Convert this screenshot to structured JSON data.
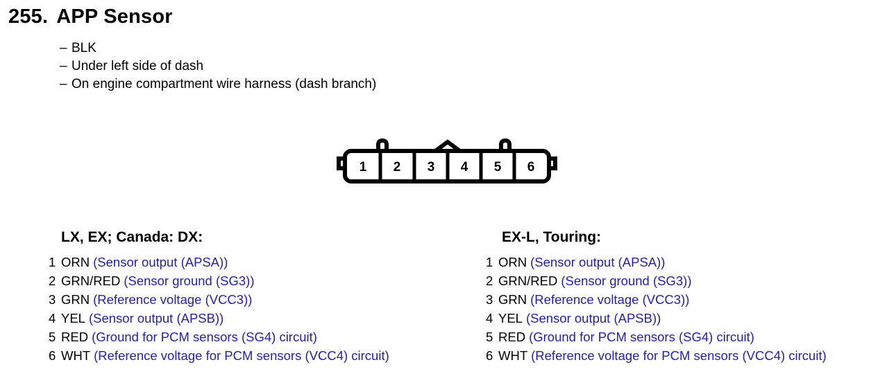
{
  "title": {
    "number": "255.",
    "name": "APP Sensor"
  },
  "notes": {
    "dash": "–",
    "lines": [
      "BLK",
      "Under left side of dash",
      "On engine compartment wire harness (dash branch)"
    ]
  },
  "connector": {
    "name": "6-pin-connector-diagram",
    "pins": [
      "1",
      "2",
      "3",
      "4",
      "5",
      "6"
    ],
    "features": {
      "left_nub": "left-side-nub",
      "right_nub": "right-side-nub",
      "tab_left": "locking-tab-left",
      "tab_right": "locking-tab-right",
      "center_peak": "center-keyway-peak"
    }
  },
  "colors": {
    "description_blue": "#2321b4",
    "text_black": "#000000",
    "background": "#ffffff"
  },
  "columns": [
    {
      "heading": "LX, EX; Canada: DX:",
      "rows": [
        {
          "index": "1",
          "wire": "ORN",
          "desc": "(Sensor output (APSA))"
        },
        {
          "index": "2",
          "wire": "GRN/RED",
          "desc": "(Sensor ground (SG3))"
        },
        {
          "index": "3",
          "wire": "GRN",
          "desc": "(Reference voltage (VCC3))"
        },
        {
          "index": "4",
          "wire": "YEL",
          "desc": "(Sensor output (APSB))"
        },
        {
          "index": "5",
          "wire": "RED",
          "desc": "(Ground for PCM sensors (SG4) circuit)"
        },
        {
          "index": "6",
          "wire": "WHT",
          "desc": "(Reference voltage for PCM sensors (VCC4) circuit)"
        }
      ]
    },
    {
      "heading": "EX-L, Touring:",
      "rows": [
        {
          "index": "1",
          "wire": "ORN",
          "desc": "(Sensor output (APSA))"
        },
        {
          "index": "2",
          "wire": "GRN/RED",
          "desc": "(Sensor ground (SG3))"
        },
        {
          "index": "3",
          "wire": "GRN",
          "desc": "(Reference voltage (VCC3))"
        },
        {
          "index": "4",
          "wire": "YEL",
          "desc": "(Sensor output (APSB))"
        },
        {
          "index": "5",
          "wire": "RED",
          "desc": "(Ground for PCM sensors (SG4) circuit)"
        },
        {
          "index": "6",
          "wire": "WHT",
          "desc": "(Reference voltage for PCM sensors (VCC4) circuit)"
        }
      ]
    }
  ]
}
